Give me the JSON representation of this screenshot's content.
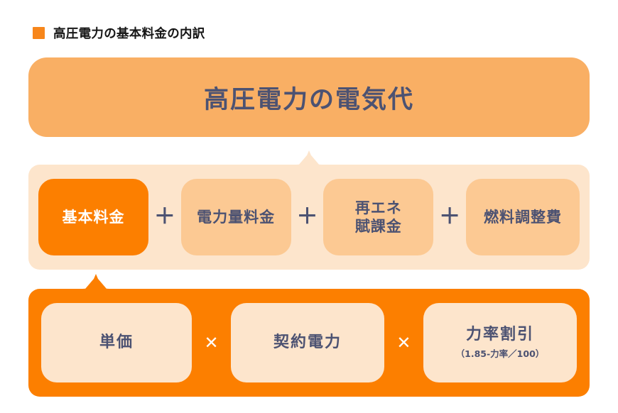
{
  "title": {
    "bullet_color": "#F7861B",
    "text": "高圧電力の基本料金の内訳"
  },
  "header": {
    "label": "高圧電力の電気代",
    "color": "#F9AF64"
  },
  "components": {
    "container_color": "#FDE5CC",
    "box_color": "#FCC993",
    "highlight_color": "#FC7F00",
    "operator": "＋",
    "items": [
      {
        "label": "基本料金",
        "highlighted": true
      },
      {
        "label": "電力量料金",
        "highlighted": false
      },
      {
        "label_line1": "再エネ",
        "label_line2": "賦課金",
        "highlighted": false
      },
      {
        "label": "燃料調整費",
        "highlighted": false
      }
    ]
  },
  "formula": {
    "container_color": "#FC7F00",
    "box_color": "#FDE5CC",
    "operator": "✕",
    "items": [
      {
        "label": "単価",
        "sub": ""
      },
      {
        "label": "契約電力",
        "sub": ""
      },
      {
        "label": "力率割引",
        "sub": "（1.85-力率／100）"
      }
    ]
  },
  "text_color": "#4C5272"
}
